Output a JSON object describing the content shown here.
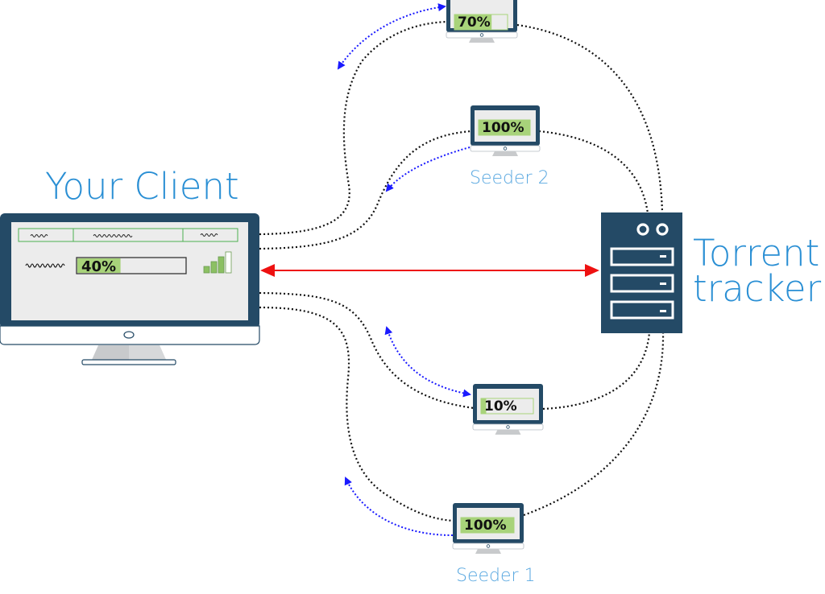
{
  "title": "BitTorrent swarm diagram",
  "colors": {
    "monitor_frame": "#244a66",
    "screen_bg": "#ececec",
    "progress_fill": "#a8d37a",
    "progress_border": "#7cc06a",
    "label_blue": "#2a8fd4",
    "peer_link": "#111111",
    "data_transfer": "#1a1aff",
    "tracker_link": "#ee1111"
  },
  "client": {
    "label": "Your Client",
    "progress_text": "40%",
    "progress": 0.4,
    "header_cells": [
      "~~~~",
      "~~~~~~~~",
      "~~~~"
    ],
    "filename_squiggle": "~~~~~~~~",
    "signal_bars": 4,
    "signal_bars_filled": 3
  },
  "tracker": {
    "label_line1": "Torrent",
    "label_line2": "tracker",
    "status_dots": 2,
    "drive_bays": 3
  },
  "peers": [
    {
      "id": "peer-top",
      "label": "",
      "progress_text": "70%",
      "progress": 0.7
    },
    {
      "id": "seeder-2",
      "label": "Seeder 2",
      "progress_text": "100%",
      "progress": 1.0
    },
    {
      "id": "peer-bottom",
      "label": "",
      "progress_text": "10%",
      "progress": 0.1
    },
    {
      "id": "seeder-1",
      "label": "Seeder 1",
      "progress_text": "100%",
      "progress": 1.0
    }
  ],
  "connections": {
    "client_tracker": "bidirectional",
    "peer_tracker": "dotted",
    "client_peer": "dotted",
    "data_flow": [
      {
        "peer": "peer-top",
        "direction": "bidirectional"
      },
      {
        "peer": "seeder-2",
        "direction": "to-client"
      },
      {
        "peer": "peer-bottom",
        "direction": "bidirectional"
      },
      {
        "peer": "seeder-1",
        "direction": "to-client"
      }
    ]
  }
}
